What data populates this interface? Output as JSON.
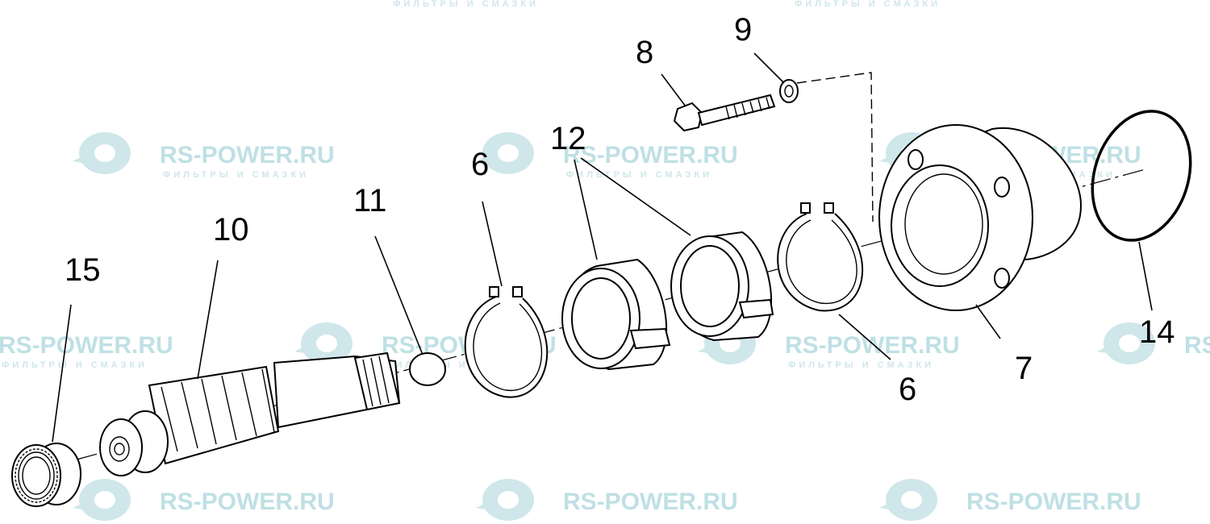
{
  "watermark": {
    "brand": "RS-POWER.RU",
    "tagline": "ФИЛЬТРЫ И СМАЗКИ"
  },
  "callouts": [
    {
      "label": "8"
    },
    {
      "label": "9"
    },
    {
      "label": "12"
    },
    {
      "label": "6"
    },
    {
      "label": "11"
    },
    {
      "label": "10"
    },
    {
      "label": "15"
    },
    {
      "label": "6"
    },
    {
      "label": "7",
      "color": "#e0408a"
    },
    {
      "label": "14"
    }
  ]
}
